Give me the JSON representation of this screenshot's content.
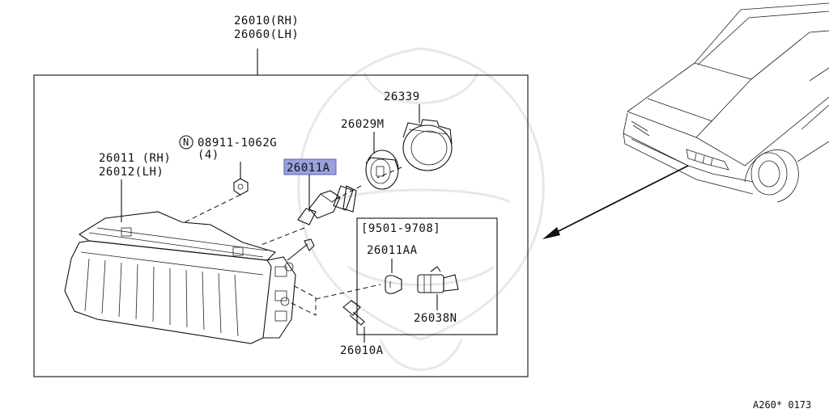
{
  "callouts": {
    "assembly_rh": "26010(RH)",
    "assembly_lh": "26060(LH)",
    "headlamp_rh": "26011 (RH)",
    "headlamp_lh": "26012(LH)",
    "nut": "08911-1062G",
    "nut_prefix": "N",
    "nut_qty": "(4)",
    "bulb_selected": "26011A",
    "socket_cap": "26029M",
    "dust_cover": "26339",
    "bolt": "26010A",
    "inset_range": "[9501-9708]",
    "side_bulb": "26011AA",
    "side_socket": "26038N"
  },
  "footer": {
    "diagram_code": "A260* 0173"
  },
  "colors": {
    "highlight_fill": "#9aa0dc",
    "highlight_border": "#5a5fae",
    "line": "#111111",
    "watermark": "#e8e8e8"
  }
}
